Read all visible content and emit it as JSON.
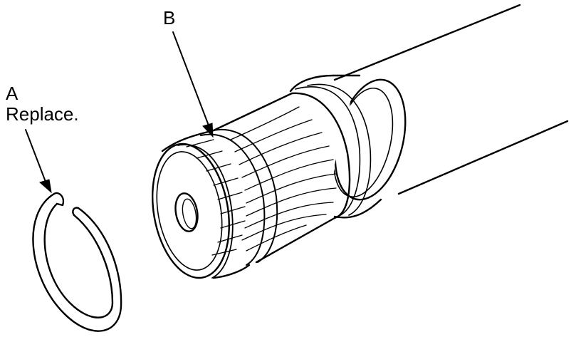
{
  "labels": {
    "a_letter": "A",
    "a_note": "Replace.",
    "b_letter": "B"
  },
  "colors": {
    "ink": "#000000",
    "paper": "#ffffff"
  }
}
